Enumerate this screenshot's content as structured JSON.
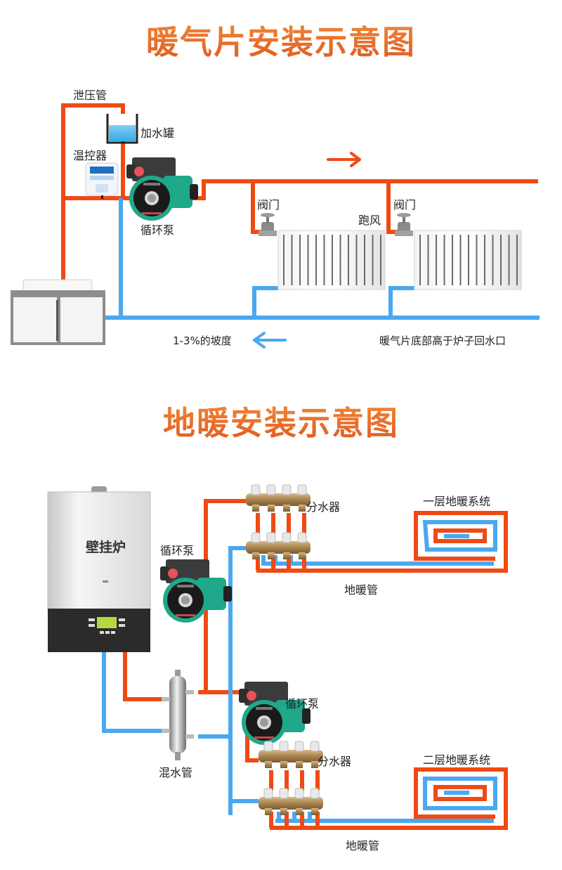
{
  "colors": {
    "hot_pipe": "#f04a14",
    "cold_pipe": "#4aa8f0",
    "title_orange": "#e8732e",
    "pump_green": "#1fa88a",
    "manifold_brass": "#b8925a"
  },
  "radiator_section": {
    "title": "暖气片安装示意图",
    "labels": {
      "pressure_relief_pipe": "泄压管",
      "expansion_tank": "加水罐",
      "thermostat": "温控器",
      "circulation_pump": "循环泵",
      "valve_1": "阀门",
      "valve_2": "阀门",
      "air_vent": "跑风",
      "slope_note": "1-3%的坡度",
      "height_note": "暖气片底部高于炉子回水口"
    },
    "flow_arrows": {
      "supply_direction": "right-arrow",
      "return_direction": "left-arrow"
    }
  },
  "floor_heating_section": {
    "title": "地暖安装示意图",
    "labels": {
      "wall_boiler": "壁挂炉",
      "pump_upper": "循环泵",
      "manifold_upper": "分水器",
      "floor1_system": "一层地暖系统",
      "floor1_pipe": "地暖管",
      "pump_lower": "循环泵",
      "mixing_tube": "混水管",
      "manifold_lower": "分水器",
      "floor2_system": "二层地暖系统",
      "floor2_pipe": "地暖管"
    }
  }
}
